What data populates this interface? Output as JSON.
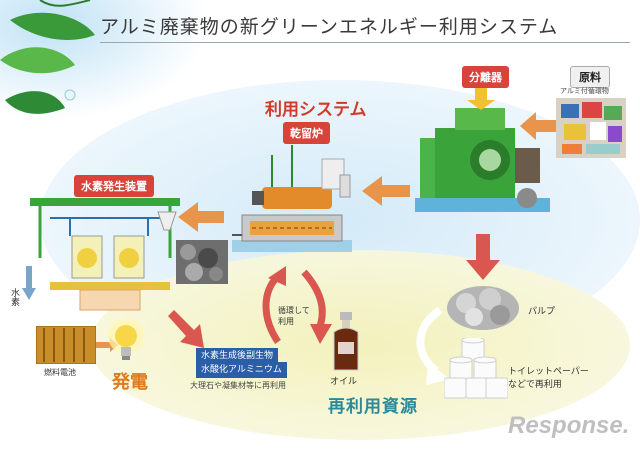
{
  "title": "アルミ廃棄物の新グリーンエネルギー利用システム",
  "sections": {
    "usage_system": "利用システム",
    "recycled_resources": "再利用資源"
  },
  "badges": {
    "separator": "分離器",
    "raw_material": "原料",
    "dry_distillation": "乾留炉",
    "hydrogen_generator": "水素発生装置"
  },
  "labels": {
    "raw_material_sub": "アルミ付循環物",
    "fuel_cell": "燃料電池",
    "hydrogen": "水素",
    "power_generation": "発電",
    "byproduct_line1": "水素生成後副生物",
    "byproduct_line2": "水酸化アルミニウム",
    "byproduct_use": "大理石や凝集材等に再利用",
    "circulation": "循環して\n利用",
    "oil": "オイル",
    "pulp": "パルプ",
    "toilet_paper_line1": "トイレットペーパー",
    "toilet_paper_line2": "などで再利用"
  },
  "watermark": "Response.",
  "colors": {
    "badge_red": "#d8443a",
    "heading_red": "#d23a2a",
    "arrow_orange": "#e8944a",
    "arrow_pink": "#d9574e",
    "byproduct_blue": "#2a5ea8",
    "machine_green": "#3aa33a",
    "accent_teal": "#2a8a9a"
  },
  "icons": {
    "bulb": "light-bulb-icon",
    "fuel_cell": "fuel-cell-icon",
    "oil_bottle": "oil-bottle-icon",
    "toilet_rolls": "toilet-roll-icon",
    "leaf": "leaf-icon"
  }
}
